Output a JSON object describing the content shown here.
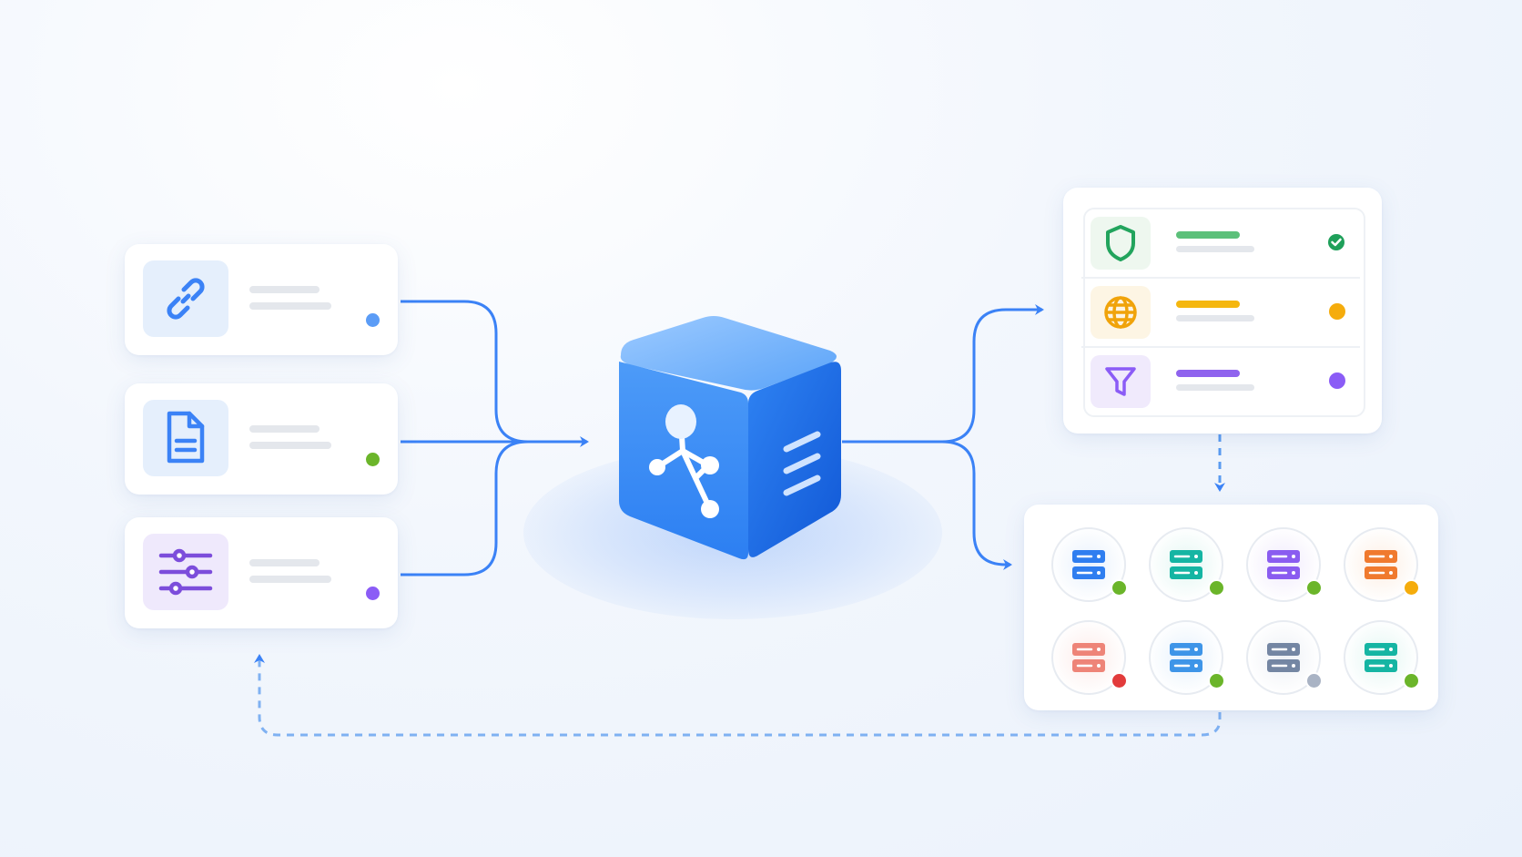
{
  "colors": {
    "accent_blue": "#3b82f6",
    "green": "#22a45d",
    "amber": "#f5ac0c",
    "purple": "#8b5cf6",
    "orange": "#f07a2e",
    "red": "#ef4444",
    "slate": "#94a3b8",
    "teal": "#14b8a6"
  },
  "input_cards": [
    {
      "icon": "link-icon",
      "status": "blue"
    },
    {
      "icon": "document-icon",
      "status": "green"
    },
    {
      "icon": "sliders-icon",
      "status": "purple"
    }
  ],
  "hub": {
    "icon": "network-nodes-icon"
  },
  "check_rows": [
    {
      "icon": "shield-icon",
      "status": "checkmark-green"
    },
    {
      "icon": "globe-icon",
      "status": "amber"
    },
    {
      "icon": "filter-icon",
      "status": "purple"
    }
  ],
  "server_grid": [
    {
      "icon": "server-icon",
      "color": "blue",
      "status": "green"
    },
    {
      "icon": "server-icon",
      "color": "teal",
      "status": "green"
    },
    {
      "icon": "server-icon",
      "color": "purple",
      "status": "green"
    },
    {
      "icon": "server-icon",
      "color": "orange",
      "status": "amber"
    },
    {
      "icon": "server-icon",
      "color": "salmon",
      "status": "red"
    },
    {
      "icon": "server-icon",
      "color": "sky",
      "status": "green"
    },
    {
      "icon": "server-icon",
      "color": "slate",
      "status": "gray"
    },
    {
      "icon": "server-icon",
      "color": "teal",
      "status": "green"
    }
  ]
}
